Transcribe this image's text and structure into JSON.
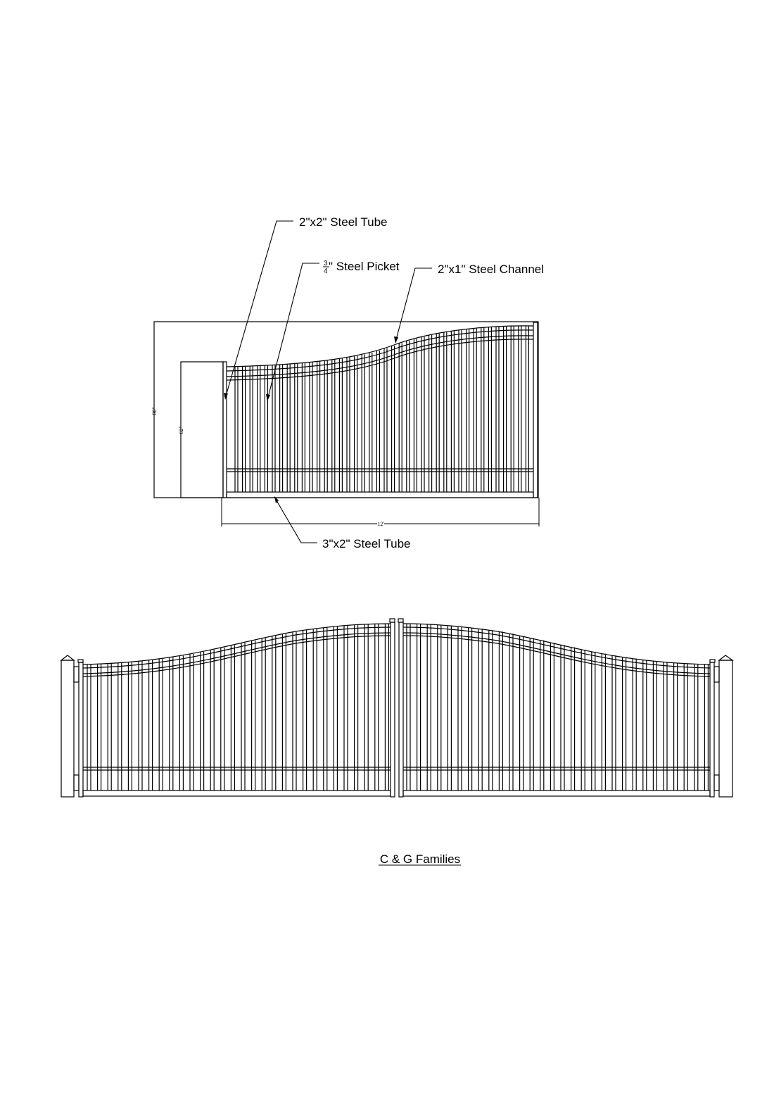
{
  "top_view": {
    "labels": {
      "post_tube": "2\"x2\" Steel Tube",
      "picket_num": "3",
      "picket_den": "4",
      "picket": "\" Steel Picket",
      "channel": "2\"x1\" Steel Channel",
      "bottom_tube": "3\"x2\" Steel Tube"
    },
    "dimensions": {
      "overall_height": "80\"",
      "post_height": "62\"",
      "width": "12'"
    }
  },
  "caption": "C & G Families",
  "colors": {
    "line": "#000000",
    "background": "#ffffff"
  }
}
